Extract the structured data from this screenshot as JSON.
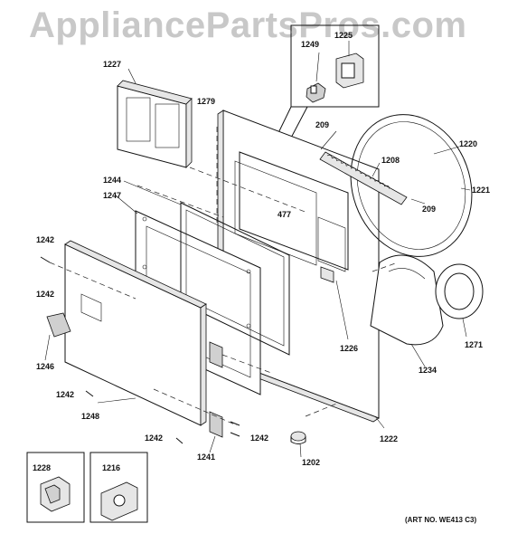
{
  "watermark": "AppliancePartsPros.com",
  "art_number": "(ART NO. WE413 C3)",
  "callouts": {
    "c1227": "1227",
    "c1279": "1279",
    "c1249": "1249",
    "c1225": "1225",
    "c209a": "209",
    "c1220": "1220",
    "c1208": "1208",
    "c1221": "1221",
    "c209b": "209",
    "c477": "477",
    "c1244": "1244",
    "c1247": "1247",
    "c1242a": "1242",
    "c1242b": "1242",
    "c1246": "1246",
    "c1242c": "1242",
    "c1248": "1248",
    "c1242d": "1242",
    "c1241": "1241",
    "c1242e": "1242",
    "c1226": "1226",
    "c1271": "1271",
    "c1234": "1234",
    "c1222": "1222",
    "c1202": "1202",
    "c1228": "1228",
    "c1216": "1216"
  }
}
